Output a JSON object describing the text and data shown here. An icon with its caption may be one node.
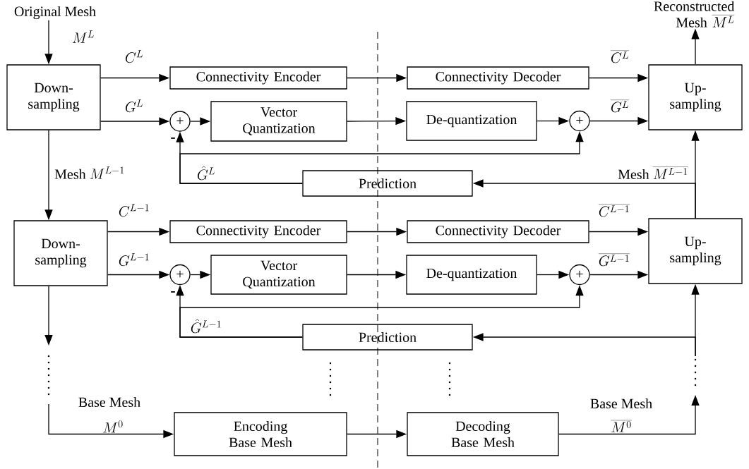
{
  "diagram": {
    "nodes": [
      {
        "text": [
          "Original Mesh",
          "M^{L}"
        ]
      },
      {
        "text": [
          "Down- sampling"
        ]
      },
      {
        "text": [
          "Connectivity Encoder"
        ]
      },
      {
        "text": [
          "Connectivity Decoder"
        ]
      },
      {
        "text": [
          "Up- sampling"
        ]
      },
      {
        "text": [
          "Reconstructed Mesh",
          "\\overline{M^{L}}"
        ]
      },
      {
        "text": [
          "+"
        ]
      },
      {
        "text": [
          "Vector Quantization"
        ]
      },
      {
        "text": [
          "De-quantization"
        ]
      },
      {
        "text": [
          "+"
        ]
      },
      {
        "text": [
          "Prediction"
        ]
      },
      {
        "text": [
          "Down- sampling"
        ]
      },
      {
        "text": [
          "Connectivity Encoder"
        ]
      },
      {
        "text": [
          "Connectivity Decoder"
        ]
      },
      {
        "text": [
          "Up- sampling"
        ]
      },
      {
        "text": [
          "+"
        ]
      },
      {
        "text": [
          "Vector Quantization"
        ]
      },
      {
        "text": [
          "De-quantization"
        ]
      },
      {
        "text": [
          "+"
        ]
      },
      {
        "text": [
          "Prediction"
        ]
      },
      {
        "text": [
          "Encoding Base Mesh"
        ]
      },
      {
        "text": [
          "Decoding Base Mesh"
        ]
      }
    ],
    "edges": [
      {
        "from": 0,
        "to": 1,
        "arrow": "to"
      },
      {
        "from": 1,
        "to": 2,
        "arrow": "to",
        "label": "C^{L}"
      },
      {
        "from": 2,
        "to": 3,
        "arrow": "to"
      },
      {
        "from": 3,
        "to": 4,
        "arrow": "to",
        "label": "\\overline{C^{L}}"
      },
      {
        "from": 1,
        "to": 6,
        "arrow": "to",
        "label": "G^{L}"
      },
      {
        "from": 6,
        "to": 7,
        "arrow": "to"
      },
      {
        "from": 7,
        "to": 8,
        "arrow": "to"
      },
      {
        "from": 8,
        "to": 9,
        "arrow": "to"
      },
      {
        "from": 9,
        "to": 4,
        "arrow": "to",
        "label": "\\overline{G^{L}}"
      },
      {
        "from": 4,
        "to": 5,
        "arrow": "to"
      },
      {
        "from": 10,
        "to": 6,
        "arrow": "to",
        "label": "\\hat{G}^{L}"
      },
      {
        "from": 10,
        "to": 9,
        "arrow": "to"
      },
      {
        "from": 1,
        "to": 11,
        "arrow": "to",
        "label": "\\mathrm{Mesh}\\ M^{L-1}"
      },
      {
        "from": 14,
        "to": 4,
        "arrow": "to"
      },
      {
        "from": 14,
        "to": 10,
        "arrow": "to",
        "label": "\\mathrm{Mesh}\\ \\overline{M^{L-1}}"
      },
      {
        "from": 11,
        "to": 12,
        "arrow": "to",
        "label": "C^{L-1}"
      },
      {
        "from": 12,
        "to": 13,
        "arrow": "to"
      },
      {
        "from": 13,
        "to": 14,
        "arrow": "to",
        "label": "\\overline{C^{L-1}}"
      },
      {
        "from": 11,
        "to": 15,
        "arrow": "to",
        "label": "G^{L-1}"
      },
      {
        "from": 15,
        "to": 16,
        "arrow": "to"
      },
      {
        "from": 16,
        "to": 17,
        "arrow": "to"
      },
      {
        "from": 17,
        "to": 18,
        "arrow": "to"
      },
      {
        "from": 18,
        "to": 14,
        "arrow": "to",
        "label": "\\overline{G^{L-1}}"
      },
      {
        "from": 19,
        "to": 15,
        "arrow": "to",
        "label": "\\hat{G}^{L-1}"
      },
      {
        "from": 19,
        "to": 18,
        "arrow": "to"
      },
      {
        "from": 11,
        "to": null,
        "arrow": "to"
      },
      {
        "from": null,
        "to": 20,
        "arrow": "to",
        "label": "M^{0}"
      },
      {
        "from": 20,
        "to": 21,
        "arrow": "to"
      },
      {
        "from": 21,
        "to": null,
        "arrow": "to",
        "label": "\\overline{M^{0}}"
      },
      {
        "from": null,
        "to": 14,
        "arrow": "to"
      },
      {
        "from": null,
        "to": 19,
        "arrow": "to"
      }
    ],
    "labels": [
      "-",
      "-",
      "Base Mesh",
      "Base Mesh"
    ]
  }
}
